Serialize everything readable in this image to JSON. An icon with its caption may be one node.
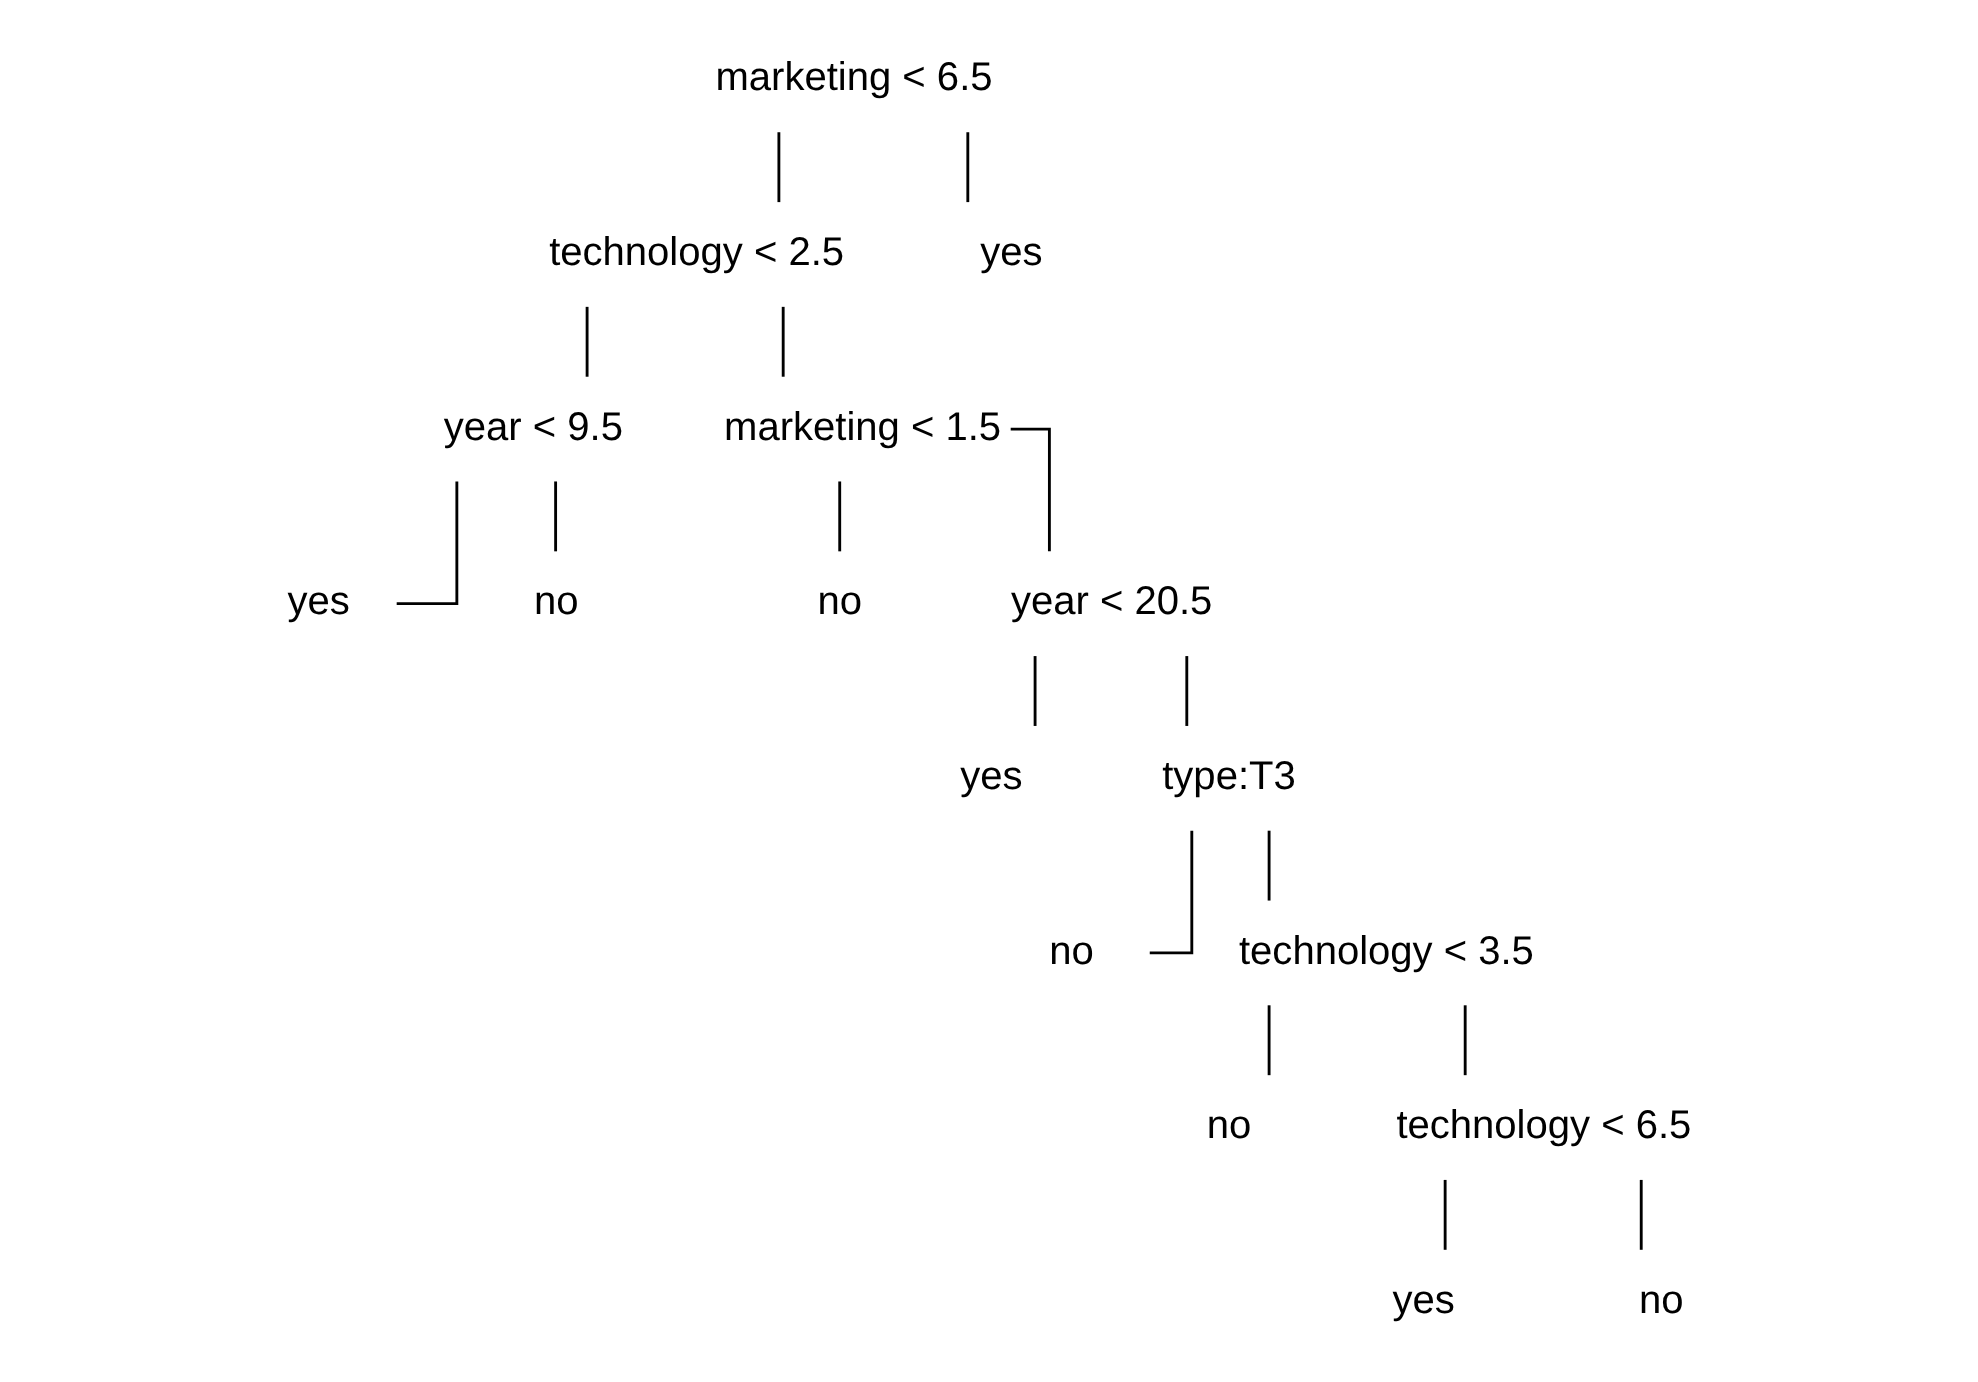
{
  "diagram": {
    "nodes": [
      {
        "text": [
          "marketing < 6.5"
        ]
      },
      {
        "text": [
          "technology < 2.5"
        ]
      },
      {
        "text": [
          "yes"
        ]
      },
      {
        "text": [
          "year < 9.5"
        ]
      },
      {
        "text": [
          "marketing < 1.5"
        ]
      },
      {
        "text": [
          "no"
        ]
      },
      {
        "text": [
          "year < 20.5"
        ]
      },
      {
        "text": [
          "yes"
        ]
      },
      {
        "text": [
          "no"
        ]
      },
      {
        "text": [
          "yes"
        ]
      },
      {
        "text": [
          "type:T3"
        ]
      },
      {
        "text": [
          "no"
        ]
      },
      {
        "text": [
          "technology < 3.5"
        ]
      },
      {
        "text": [
          "no"
        ]
      },
      {
        "text": [
          "technology < 6.5"
        ]
      },
      {
        "text": [
          "yes"
        ]
      },
      {
        "text": [
          "no"
        ]
      }
    ],
    "edges": [
      {
        "from": 0,
        "to": 1,
        "arrow": "none"
      },
      {
        "from": 0,
        "to": 2,
        "arrow": "none"
      },
      {
        "from": 1,
        "to": 3,
        "arrow": "none"
      },
      {
        "from": 1,
        "to": 4,
        "arrow": "none"
      },
      {
        "from": 3,
        "to": 7,
        "arrow": "none"
      },
      {
        "from": 3,
        "to": 8,
        "arrow": "none"
      },
      {
        "from": 4,
        "to": 5,
        "arrow": "none"
      },
      {
        "from": 4,
        "to": 6,
        "arrow": "none"
      },
      {
        "from": 6,
        "to": 9,
        "arrow": "none"
      },
      {
        "from": 6,
        "to": 10,
        "arrow": "none"
      },
      {
        "from": 10,
        "to": 11,
        "arrow": "none"
      },
      {
        "from": 10,
        "to": 12,
        "arrow": "none"
      },
      {
        "from": 12,
        "to": 13,
        "arrow": "none"
      },
      {
        "from": 12,
        "to": 14,
        "arrow": "none"
      },
      {
        "from": 14,
        "to": 15,
        "arrow": "none"
      },
      {
        "from": 14,
        "to": 16,
        "arrow": "none"
      }
    ]
  }
}
